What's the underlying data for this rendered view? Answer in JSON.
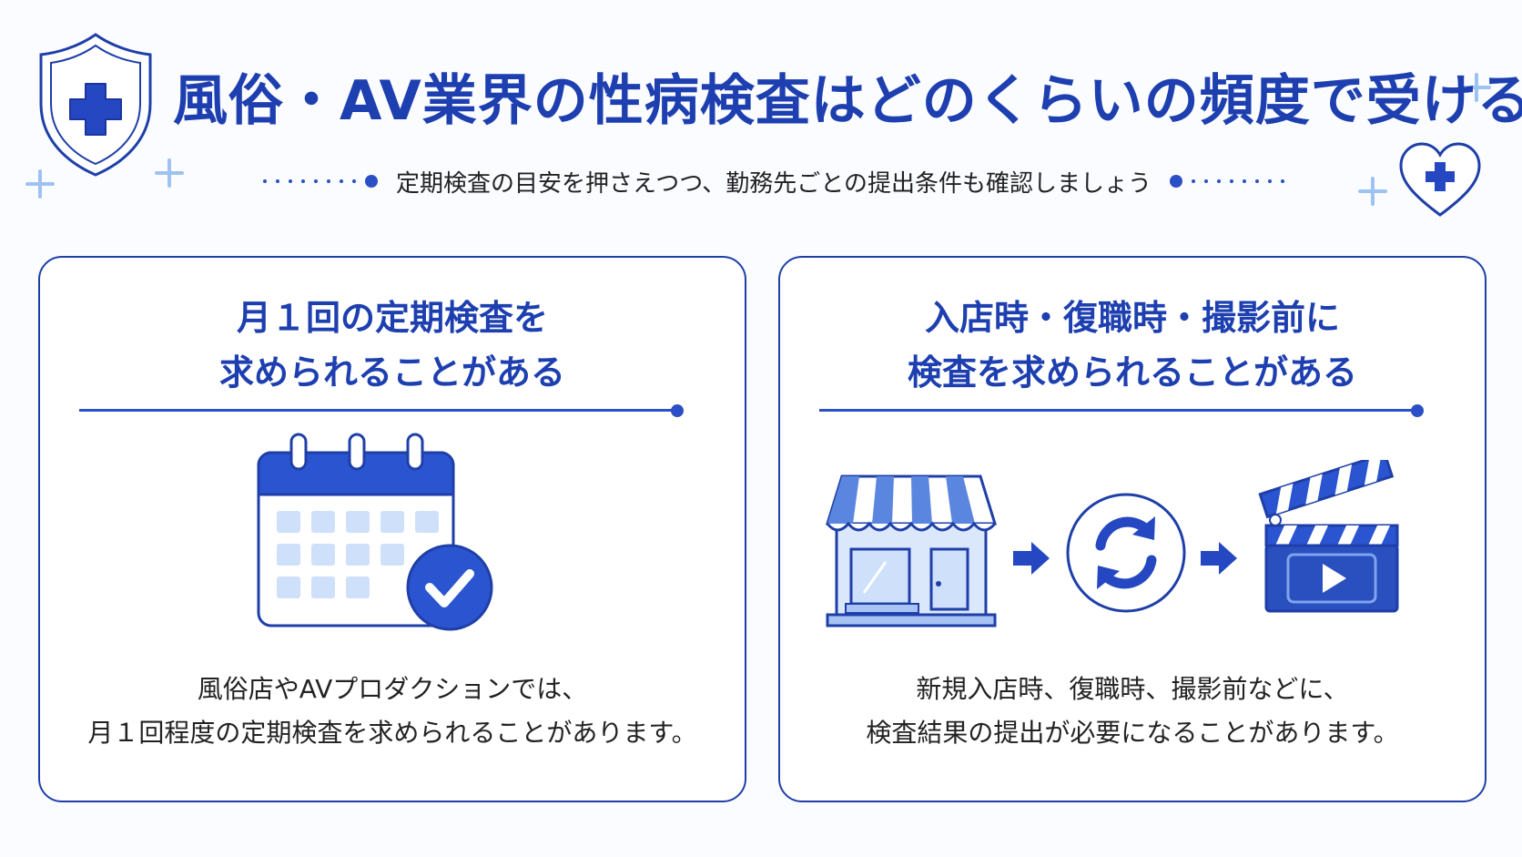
{
  "header": {
    "title": "風俗・AV業界の性病検査はどのくらいの頻度で受ける？",
    "subtitle": "定期検査の目安を押さえつつ、勤務先ごとの提出条件も確認しましょう"
  },
  "icons": {
    "header_left": "shield-medical-cross-icon",
    "header_right": "heart-medical-cross-icon",
    "card_left": "calendar-checkmark-icon",
    "card_right": [
      "storefront-icon",
      "arrow-right-icon",
      "refresh-cycle-icon",
      "arrow-right-icon",
      "clapperboard-play-icon"
    ]
  },
  "colors": {
    "primary": "#1d3fb0",
    "accent": "#2b4fc4",
    "light": "#cfe0fb",
    "sparkle": "#9ec2f2"
  },
  "cards": [
    {
      "heading_lines": [
        "月１回の定期検査を",
        "求められることがある"
      ],
      "body_lines": [
        "風俗店やAVプロダクションでは、",
        "月１回程度の定期検査を求められることがあります。"
      ]
    },
    {
      "heading_lines": [
        "入店時・復職時・撮影前に",
        "検査を求められることがある"
      ],
      "body_lines": [
        "新規入店時、復職時、撮影前などに、",
        "検査結果の提出が必要になることがあります。"
      ]
    }
  ]
}
